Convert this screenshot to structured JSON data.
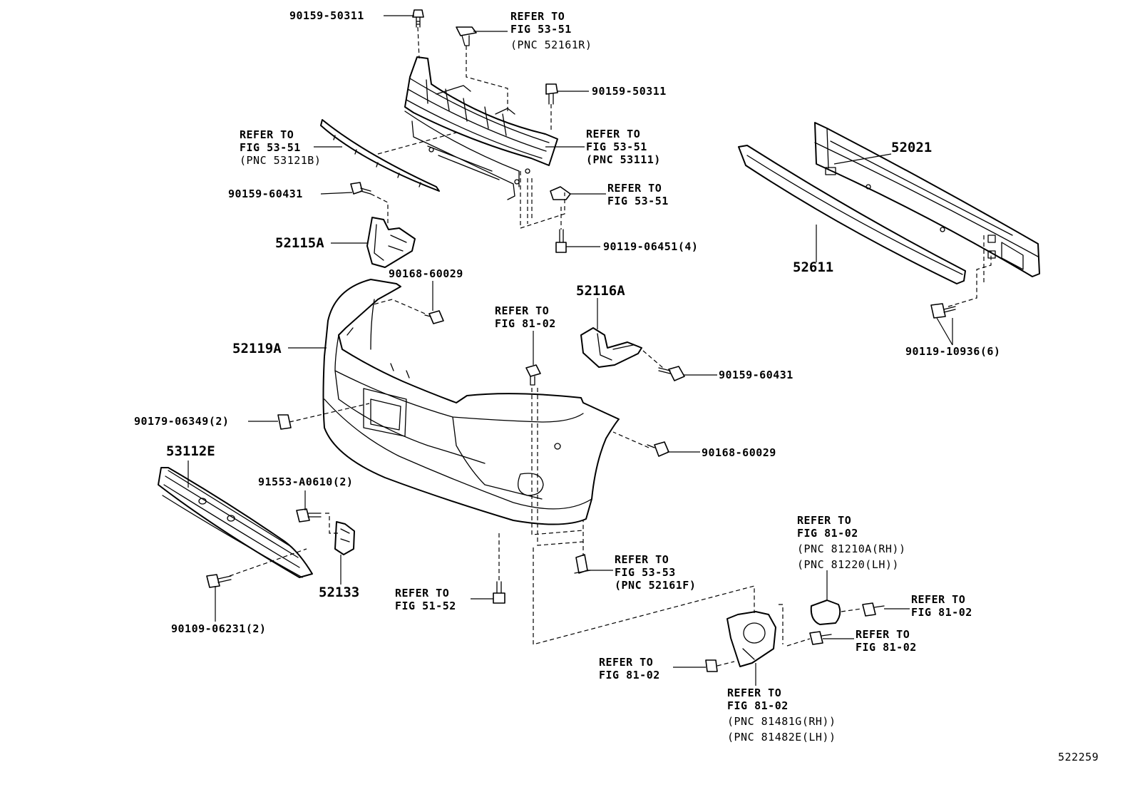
{
  "diagram_id": "522259",
  "parts": {
    "p_90159_50311_top": "90159-50311",
    "p_90159_50311_right": "90159-50311",
    "p_90159_60431_left": "90159-60431",
    "p_52115A": "52115A",
    "p_90119_06451": "90119-06451(4)",
    "p_52021": "52021",
    "p_52611": "52611",
    "p_90119_10936": "90119-10936(6)",
    "p_90168_60029_top": "90168-60029",
    "p_52116A": "52116A",
    "p_52119A": "52119A",
    "p_90159_60431_right": "90159-60431",
    "p_90179_06349": "90179-06349(2)",
    "p_90168_60029_right": "90168-60029",
    "p_53112E": "53112E",
    "p_91553_A0610": "91553-A0610(2)",
    "p_52133": "52133",
    "p_90109_06231": "90109-06231(2)"
  },
  "refs": {
    "r1": {
      "l1": "REFER TO",
      "l2": "FIG 53-51",
      "l3": "(PNC 52161R)"
    },
    "r2": {
      "l1": "REFER TO",
      "l2": "FIG 53-51",
      "l3": "(PNC 53121B)"
    },
    "r3": {
      "l1": "REFER TO",
      "l2": "FIG 53-51",
      "l3": "(PNC 53111)"
    },
    "r4": {
      "l1": "REFER TO",
      "l2": "FIG 53-51"
    },
    "r5": {
      "l1": "REFER TO",
      "l2": "FIG 81-02"
    },
    "r6": {
      "l1": "REFER TO",
      "l2": "FIG 81-02",
      "l3": "(PNC 81210A(RH))",
      "l4": "(PNC 81220(LH))"
    },
    "r7": {
      "l1": "REFER TO",
      "l2": "FIG 53-53",
      "l3": "(PNC 52161F)"
    },
    "r8": {
      "l1": "REFER TO",
      "l2": "FIG 51-52"
    },
    "r9": {
      "l1": "REFER TO",
      "l2": "FIG 81-02"
    },
    "r10": {
      "l1": "REFER TO",
      "l2": "FIG 81-02"
    },
    "r11": {
      "l1": "REFER TO",
      "l2": "FIG 81-02"
    },
    "r12": {
      "l1": "REFER TO",
      "l2": "FIG 81-02",
      "l3": "(PNC 81481G(RH))",
      "l4": "(PNC 81482E(LH))"
    }
  }
}
